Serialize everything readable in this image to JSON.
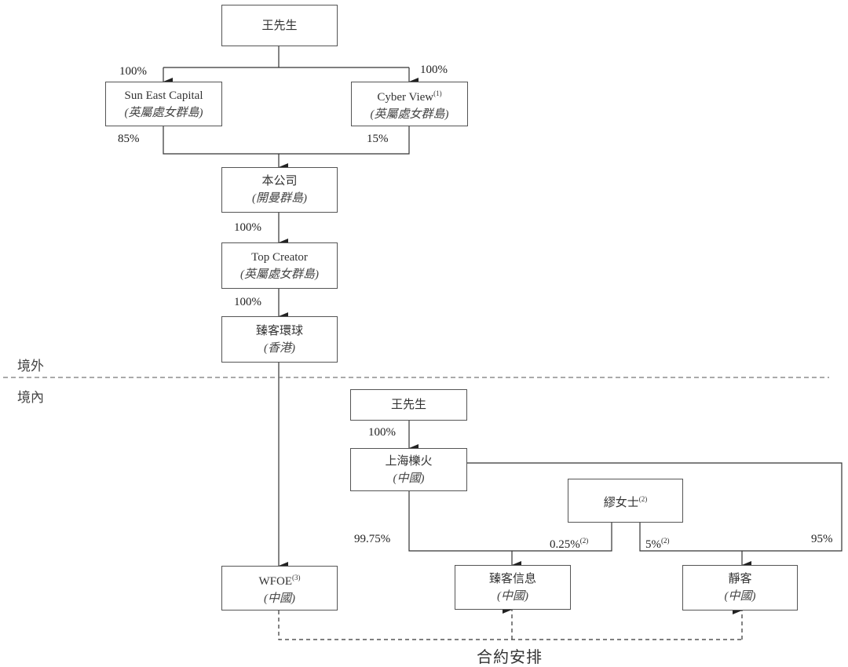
{
  "diagram": {
    "regions": {
      "offshore": "境外",
      "onshore": "境內"
    },
    "entities": {
      "mr_wang_top": {
        "name": "王先生"
      },
      "sun_east": {
        "name": "Sun East Capital",
        "jurisdiction": "(英屬處女群島)"
      },
      "cyber_view": {
        "name": "Cyber View",
        "note": "(1)",
        "jurisdiction": "(英屬處女群島)"
      },
      "company": {
        "name": "本公司",
        "jurisdiction": "(開曼群島)"
      },
      "top_creator": {
        "name": "Top Creator",
        "jurisdiction": "(英屬處女群島)"
      },
      "zhenke_global": {
        "name": "臻客環球",
        "jurisdiction": "(香港)"
      },
      "mr_wang_onshore": {
        "name": "王先生"
      },
      "shanghai_lihuo": {
        "name": "上海櫟火",
        "jurisdiction": "(中國)"
      },
      "ms_miao": {
        "name": "繆女士",
        "note": "(2)"
      },
      "wfoe": {
        "name": "WFOE",
        "note": "(3)",
        "jurisdiction": "(中國)"
      },
      "zhenke_info": {
        "name": "臻客信息",
        "jurisdiction": "(中國)"
      },
      "jingke": {
        "name": "靜客",
        "jurisdiction": "(中國)"
      }
    },
    "ownership": {
      "wang_to_sun_east": "100%",
      "wang_to_cyber_view": "100%",
      "sun_east_to_company": "85%",
      "cyber_view_to_company": "15%",
      "company_to_top_creator": "100%",
      "top_creator_to_zhenke_global": "100%",
      "wang_to_shanghai": "100%",
      "shanghai_to_zhenke_info": "99.75%",
      "miao_to_zhenke_info": {
        "value": "0.25%",
        "note": "(2)"
      },
      "miao_to_jingke": {
        "value": "5%",
        "note": "(2)"
      },
      "shanghai_to_jingke": "95%"
    },
    "contractual_arrangements_label": "合約安排",
    "colors": {
      "line": "#333333",
      "box_border": "#555555",
      "divider": "#777777"
    }
  }
}
